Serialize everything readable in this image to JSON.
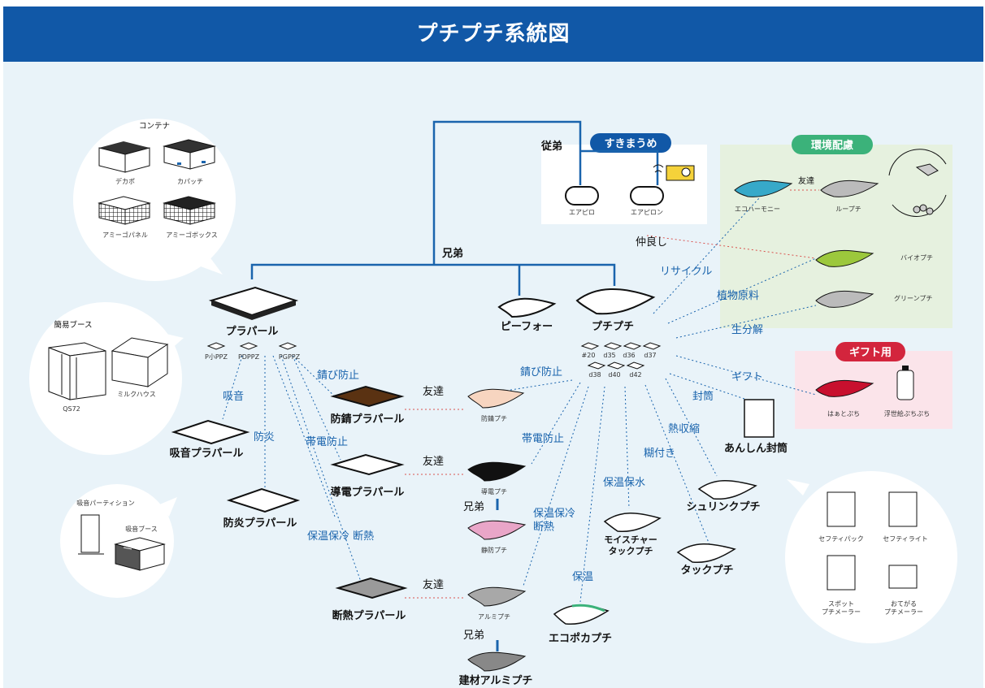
{
  "header": {
    "title": "プチプチ系統図"
  },
  "bubbles": {
    "container": {
      "title": "コンテナ",
      "items": [
        "デカポ",
        "カパッチ",
        "アミーゴパネル",
        "アミーゴボックス"
      ]
    },
    "booth": {
      "title": "簡易ブース",
      "items": [
        "QS72",
        "ミルクハウス"
      ]
    },
    "partition": {
      "title": "吸音パーティション",
      "sub": "吸音ブース"
    },
    "envelopes": {
      "items": [
        "セフティパック",
        "セフティライト",
        "スポット\nプチメーラー",
        "おてがる\nプチメーラー"
      ]
    }
  },
  "groups": {
    "sukimaume": {
      "badge": "すきまうめ",
      "items": [
        "エアピロ",
        "エアピロン"
      ]
    },
    "kankyo": {
      "badge": "環境配慮",
      "items": [
        "エコハーモニー",
        "ループチ",
        "バイオプチ",
        "グリーンプチ"
      ],
      "friend": "友達"
    },
    "gift": {
      "badge": "ギフト用",
      "items": [
        "はぁとぷち",
        "浮世絵ぷちぷち"
      ]
    }
  },
  "relations": {
    "kyodai": "兄弟",
    "juutei": "従弟",
    "nakayoshi": "仲良し",
    "recycle": "リサイクル",
    "shokubutsu": "植物原料",
    "seibunkai": "生分解",
    "gift": "ギフト",
    "futou": "封筒",
    "netsu": "熱収縮",
    "norituki": "糊付き",
    "hoon_hosui": "保温保水",
    "hoon": "保温",
    "hoon_horei_r": "保温保冷\n断熱",
    "taiden_r": "帯電防止",
    "sabi_r": "錆び防止",
    "kyuon": "吸音",
    "boen": "防炎",
    "sabi_l": "錆び防止",
    "taiden_l": "帯電防止",
    "hoon_horei_l": "保温保冷\n断熱",
    "tomodachi": "友達",
    "kyodai_small": "兄弟"
  },
  "nodes": {
    "purapearl": "プラパール",
    "ppz": [
      "P小PPZ",
      "PDPPZ",
      "PGPPZ"
    ],
    "piffo": "ピーフォー",
    "puchipuchi": "プチプチ",
    "sizes": [
      "#20",
      "d35",
      "d36",
      "d37",
      "d38",
      "d40",
      "d42"
    ],
    "kyuon_pp": "吸音プラパール",
    "boen_pp": "防炎プラパール",
    "bousei_pp": "防錆プラパール",
    "doden_pp": "導電プラパール",
    "dannetsu_pp": "断熱プラパール",
    "bousei_puchi": "防錆プチ",
    "doden_puchi": "導電プチ",
    "seiden_puchi": "静防プチ",
    "alumi_puchi": "アルミプチ",
    "kenzai_alumi": "建材アルミプチ",
    "ecopoka": "エコポカプチ",
    "moisture": "モイスチャー\nタックプチ",
    "tack": "タックプチ",
    "shrink": "シュリンクプチ",
    "anshin": "あんしん封筒"
  },
  "colors": {
    "brand_blue": "#1158a7",
    "line_blue": "#1a64ad",
    "friend_red": "#d9534f",
    "env_green": "#3bb27a",
    "gift_red": "#d3253d"
  }
}
